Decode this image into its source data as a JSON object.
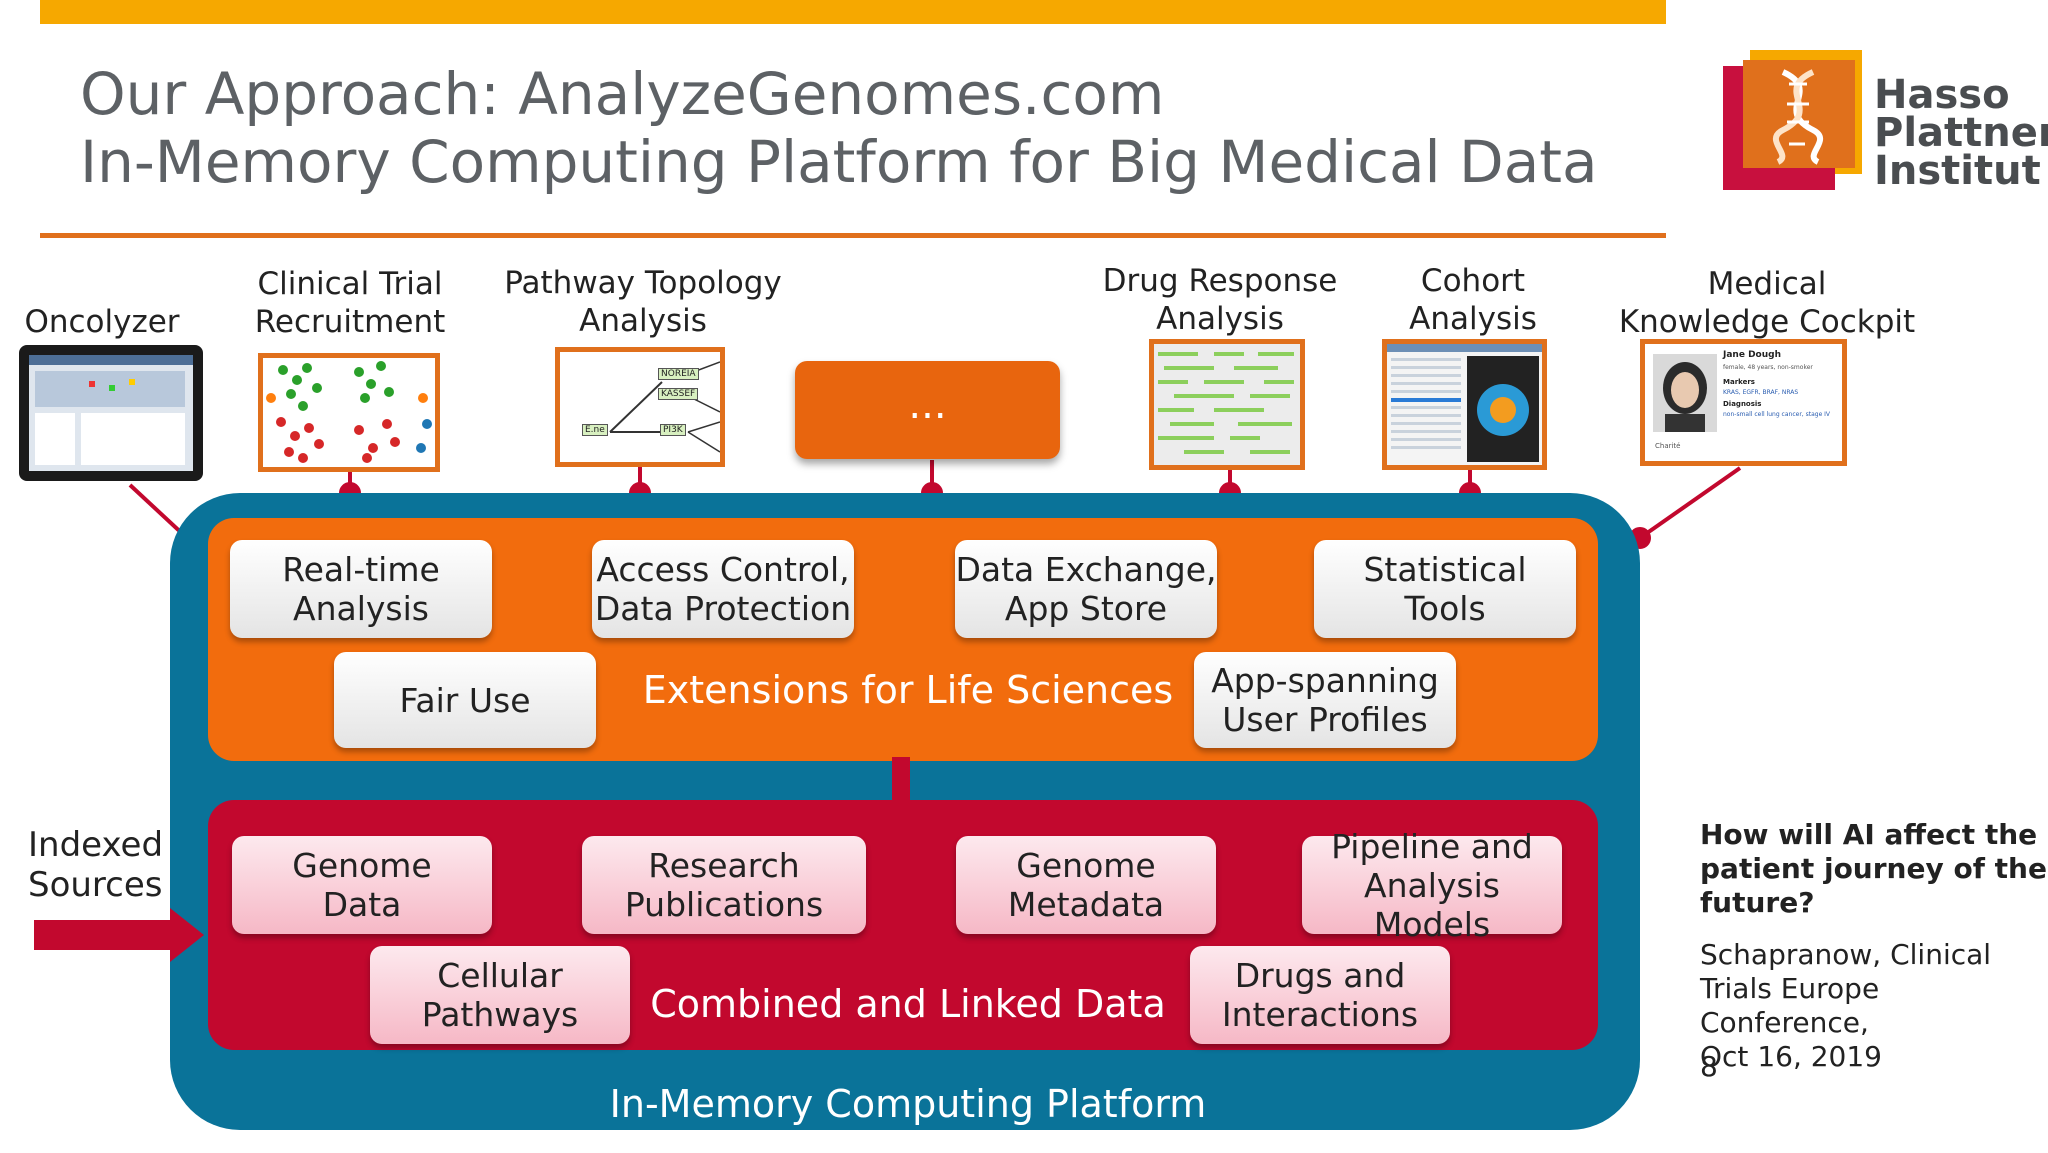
{
  "header": {
    "title_line1": "Our Approach: AnalyzeGenomes.com",
    "title_line2": "In-Memory Computing Platform for Big Medical Data"
  },
  "logo": {
    "line1": "Hasso",
    "line2": "Plattner",
    "line3": "Institut"
  },
  "apps": {
    "oncolyzer": "Oncolyzer",
    "clinical_trial_1": "Clinical Trial",
    "clinical_trial_2": "Recruitment",
    "pathway_1": "Pathway Topology",
    "pathway_2": "Analysis",
    "drug_response_1": "Drug Response",
    "drug_response_2": "Analysis",
    "cohort_1": "Cohort",
    "cohort_2": "Analysis",
    "medical_1": "Medical",
    "medical_2": "Knowledge Cockpit",
    "more": "...",
    "pathway_nodes": [
      "NOREIA",
      "KASSEF",
      "E.ne",
      "PI3K"
    ],
    "patient_name": "Jane Dough",
    "patient_sub": "female, 48 years, non-smoker",
    "patient_markers_label": "Markers",
    "patient_markers": "KRAS, EGFR, BRAF, NRAS",
    "patient_diag_label": "Diagnosis",
    "patient_diag": "non-small cell lung cancer, stage IV",
    "patient_footer": "Charité"
  },
  "extensions": {
    "panel_label": "Extensions for Life Sciences",
    "realtime_1": "Real-time",
    "realtime_2": "Analysis",
    "access_1": "Access Control,",
    "access_2": "Data Protection",
    "exchange_1": "Data Exchange,",
    "exchange_2": "App Store",
    "stat_1": "Statistical",
    "stat_2": "Tools",
    "fairuse": "Fair Use",
    "profiles_1": "App-spanning",
    "profiles_2": "User Profiles"
  },
  "data_layer": {
    "panel_label": "Combined and Linked Data",
    "genome_1": "Genome",
    "genome_2": "Data",
    "research_1": "Research",
    "research_2": "Publications",
    "metadata_1": "Genome",
    "metadata_2": "Metadata",
    "pipeline_1": "Pipeline and",
    "pipeline_2": "Analysis Models",
    "cellular_1": "Cellular",
    "cellular_2": "Pathways",
    "drugs_1": "Drugs and",
    "drugs_2": "Interactions"
  },
  "platform_label": "In-Memory Computing Platform",
  "indexed_1": "Indexed",
  "indexed_2": "Sources",
  "sidebar": {
    "question_1": "How will AI affect the",
    "question_2": "patient journey of the",
    "question_3": "future?",
    "credit_1": "Schapranow, Clinical",
    "credit_2": "Trials Europe Conference,",
    "credit_3": "Oct 16, 2019",
    "page_number": "8"
  },
  "colors": {
    "orange": "#f26c0d",
    "crimson": "#c2082e",
    "teal": "#0a7399",
    "gold": "#f6a800"
  }
}
